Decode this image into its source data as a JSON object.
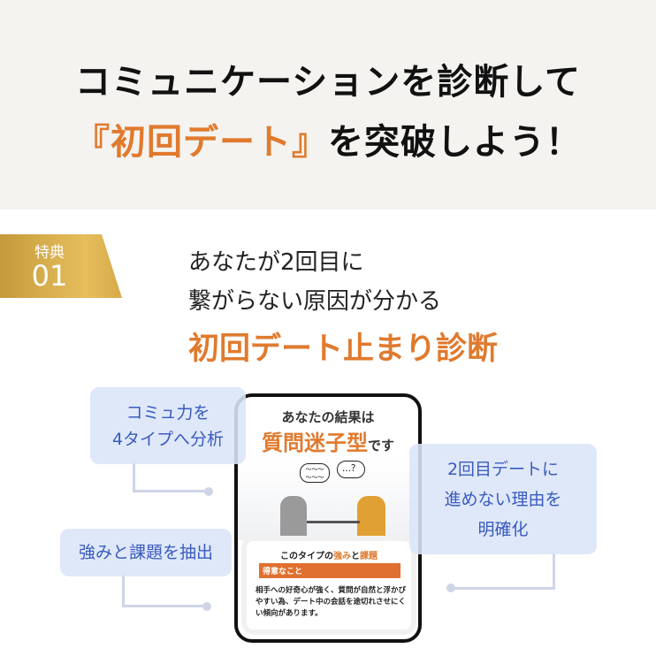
{
  "header": {
    "line1": "コミュニケーションを診断して",
    "line2_accent": "『初回デート』",
    "line2_rest": "を突破しよう！"
  },
  "badge": {
    "label": "特典",
    "number": "01"
  },
  "feature": {
    "line1": "あなたが2回目に",
    "line2": "繋がらない原因が分かる",
    "title": "初回デート止まり診断"
  },
  "phone": {
    "heading": "あなたの結果は",
    "type": "質問迷子型",
    "type_suffix": "です",
    "bubble_left": "〜〜〜 〜〜〜",
    "bubble_right": "…？",
    "card_title_pre": "このタイプの",
    "card_title_strength": "強み",
    "card_title_and": "と",
    "card_title_issue": "課題",
    "section_label": "得意なこと",
    "body": "相手への好奇心が強く、質問が自然と浮かびやすい為、デート中の会話を途切れさせにくい傾向があります。"
  },
  "callouts": [
    {
      "text": "コミュ力を\n4タイプへ分析"
    },
    {
      "text": "強みと課題を抽出"
    },
    {
      "text": "2回目デートに\n進めない理由を\n明確化"
    }
  ],
  "colors": {
    "accent": "#e07a2e",
    "callout_text": "#3a5bbf",
    "gold": "#d6a94a"
  }
}
